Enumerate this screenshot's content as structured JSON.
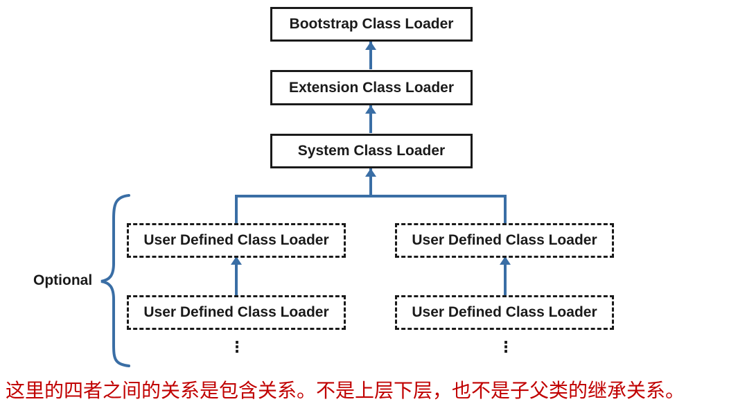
{
  "colors": {
    "connector": "#3a6ea5",
    "box_border": "#1a1a1a",
    "caption": "#c00000"
  },
  "nodes": {
    "bootstrap": "Bootstrap Class Loader",
    "extension": "Extension Class Loader",
    "system": "System Class Loader",
    "user_left_top": "User Defined Class Loader",
    "user_left_bottom": "User Defined Class Loader",
    "user_right_top": "User Defined Class Loader",
    "user_right_bottom": "User Defined Class Loader"
  },
  "bracket_label": "Optional",
  "ellipsis": "⋮",
  "caption": "这里的四者之间的关系是包含关系。不是上层下层，也不是子父类的继承关系。"
}
